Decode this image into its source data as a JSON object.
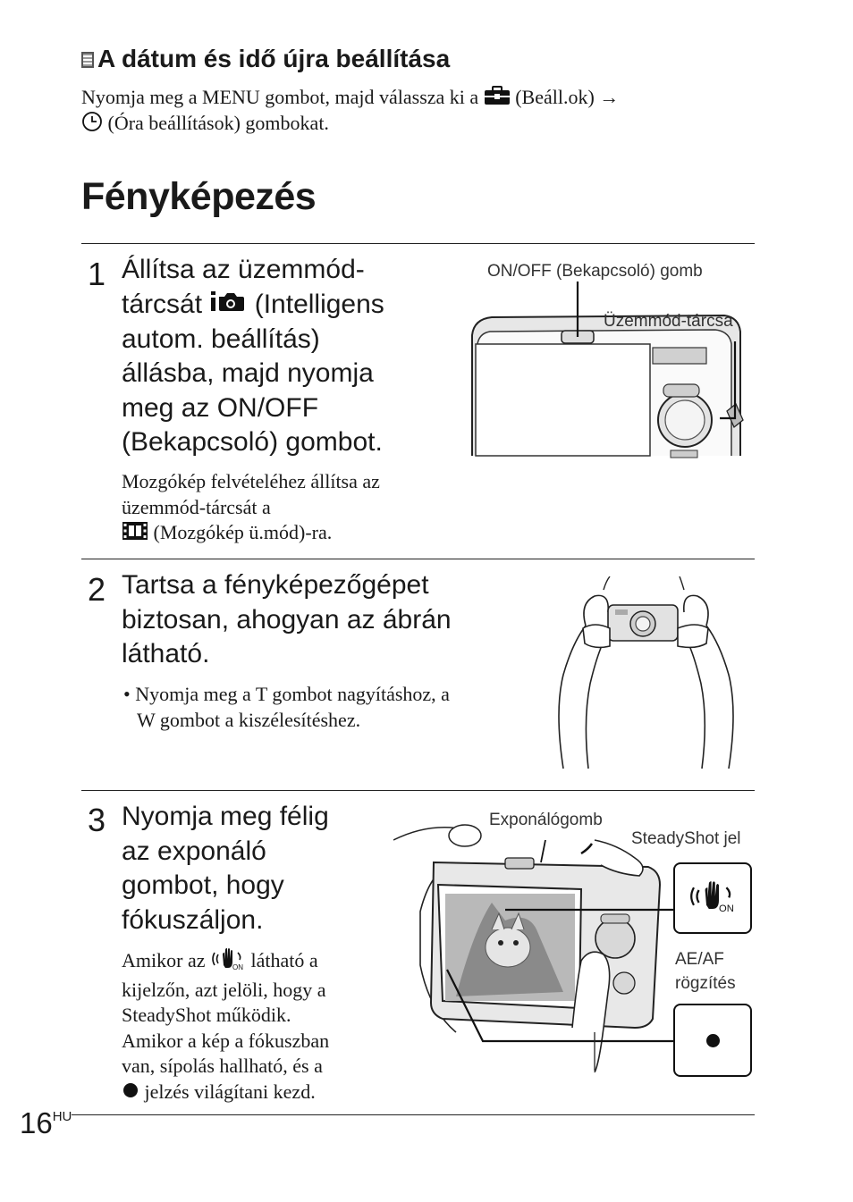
{
  "section": {
    "title": "A dátum és idő újra beállítása",
    "line1_pre": "Nyomja meg a MENU gombot, majd válassza ki a",
    "line1_post": "(Beáll.ok) →",
    "line2_post": "(Óra beállítások) gombokat."
  },
  "page_title": "Fényképezés",
  "steps": [
    {
      "number": "1",
      "heading_a": "Állítsa az üzemmód-",
      "heading_b_pre": "tárcsát",
      "heading_b_post": "(Intelligens",
      "heading_c": "autom. beállítás)",
      "heading_d": "állásba, majd nyomja",
      "heading_e": "meg az ON/OFF",
      "heading_f": "(Bekapcsoló) gombot.",
      "note_a": "Mozgókép felvételéhez állítsa az",
      "note_b": "üzemmód-tárcsát a",
      "note_c": "(Mozgókép ü.mód)-ra.",
      "callout_onoff": "ON/OFF (Bekapcsoló) gomb",
      "callout_dial": "Üzemmód-tárcsa"
    },
    {
      "number": "2",
      "heading_a": "Tartsa a fényképezőgépet",
      "heading_b": "biztosan, ahogyan az ábrán",
      "heading_c": "látható.",
      "bullet_a": "• Nyomja meg a T gombot nagyításhoz, a",
      "bullet_b": "W gombot a kiszélesítéshez."
    },
    {
      "number": "3",
      "heading_a": "Nyomja meg félig",
      "heading_b": "az exponáló",
      "heading_c": "gombot, hogy",
      "heading_d": "fókuszáljon.",
      "note_a_pre": "Amikor az",
      "note_a_post": "látható a",
      "note_b": "kijelzőn, azt jelöli, hogy a",
      "note_c": "SteadyShot működik.",
      "note_d": "Amikor a kép a fókuszban",
      "note_e": "van, sípolás hallható, és a",
      "note_f": "jelzés világítani kezd.",
      "callout_shutter": "Exponálógomb",
      "callout_steadyshot": "SteadyShot jel",
      "callout_aeaf_a": "AE/AF",
      "callout_aeaf_b": "rögzítés",
      "icon_on_label": "ON"
    }
  ],
  "footer": {
    "page_number": "16",
    "lang": "HU"
  }
}
